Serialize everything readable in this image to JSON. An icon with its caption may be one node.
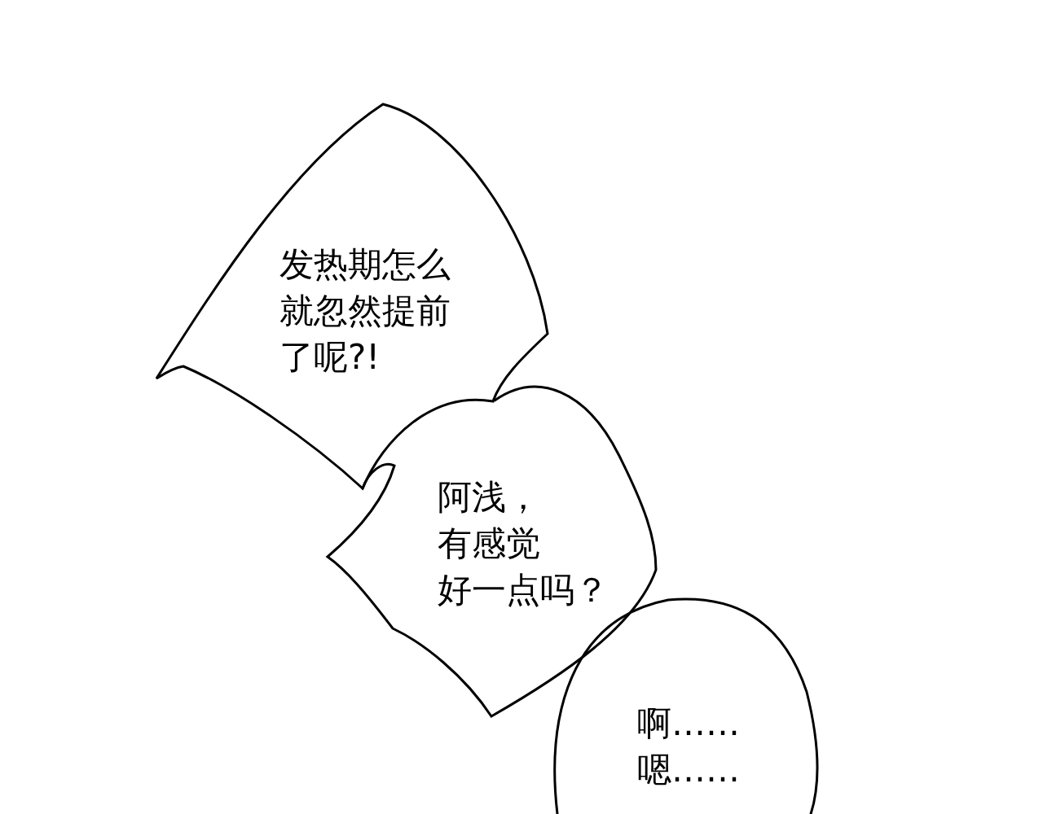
{
  "diagram": {
    "nodes": [
      {
        "text": [
          "发热期怎么就忽然提前了呢?!"
        ]
      },
      {
        "text": [
          "阿浅，有感觉好一点吗？"
        ]
      },
      {
        "text": [
          "啊……嗯……"
        ]
      }
    ]
  }
}
